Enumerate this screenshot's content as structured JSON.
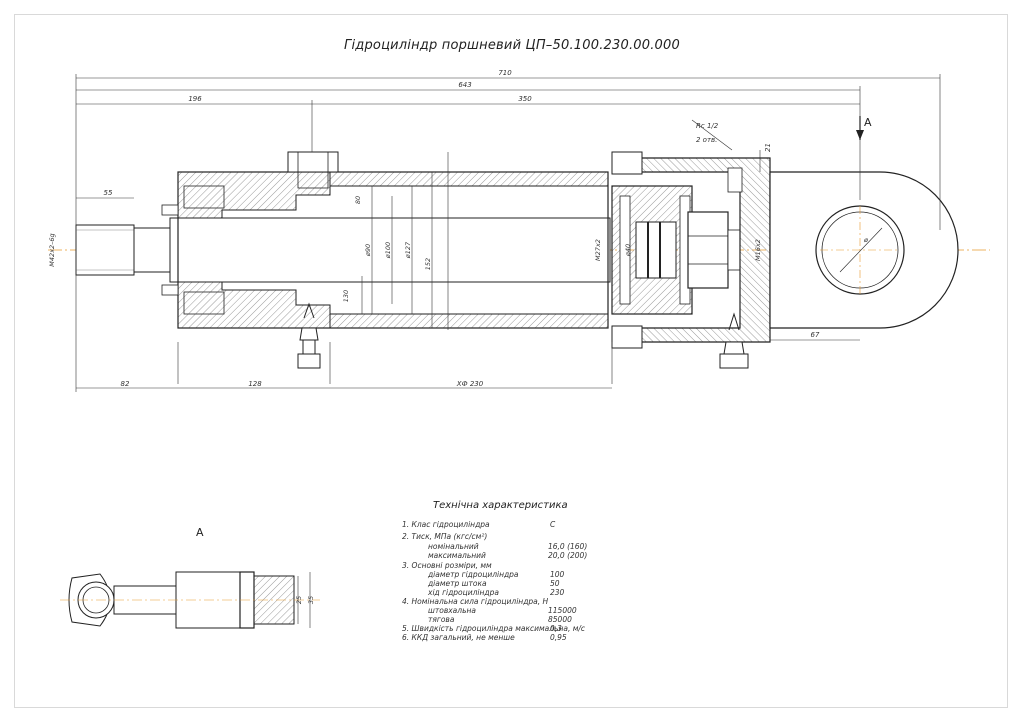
{
  "drawing": {
    "title": "Гідроциліндр поршневий ЦП–50.100.230.00.000",
    "view_label_top": "A",
    "view_label_section": "A"
  },
  "dimensions": {
    "overall": "710",
    "length_643": "643",
    "length_196": "196",
    "length_350": "350",
    "length_55": "55",
    "length_82": "82",
    "length_128": "128",
    "stroke": "ХФ 230",
    "port_thread": "Rc 1/2",
    "port_count": "2 отв.",
    "dim_21": "21",
    "dim_67": "67",
    "thread_rod": "М42х2–6g",
    "thread_piston": "М27х2",
    "thread_tail": "М16х2",
    "dia_80": "80",
    "dia_90": "ø90",
    "dia_100": "ø100",
    "dia_127": "ø127",
    "dia_152": "152",
    "dia_40": "ø40",
    "dia_130": "130",
    "eye_dia": "ø",
    "section_a_dim1": "25",
    "section_a_dim2": "35"
  },
  "spec": {
    "heading": "Технічна характеристика",
    "rows": [
      {
        "label": "1. Клас гідроциліндра",
        "value": "С"
      },
      {
        "label": "2. Тиск, МПа (кгс/см²)",
        "value": ""
      },
      {
        "label": "номінальний",
        "value": "16,0 (160)"
      },
      {
        "label": "максимальний",
        "value": "20,0 (200)"
      },
      {
        "label": "3. Основні розміри, мм",
        "value": ""
      },
      {
        "label": "діаметр гідроциліндра",
        "value": "100"
      },
      {
        "label": "діаметр штока",
        "value": "50"
      },
      {
        "label": "хід гідроциліндра",
        "value": "230"
      },
      {
        "label": "4. Номінальна сила гідроциліндра, Н",
        "value": ""
      },
      {
        "label": "штовхальна",
        "value": "115000"
      },
      {
        "label": "тягова",
        "value": "85000"
      },
      {
        "label": "5. Швидкість гідроциліндра максимальна, м/с",
        "value": "0,3"
      },
      {
        "label": "6. ККД загальний, не менше",
        "value": "0,95"
      }
    ]
  }
}
